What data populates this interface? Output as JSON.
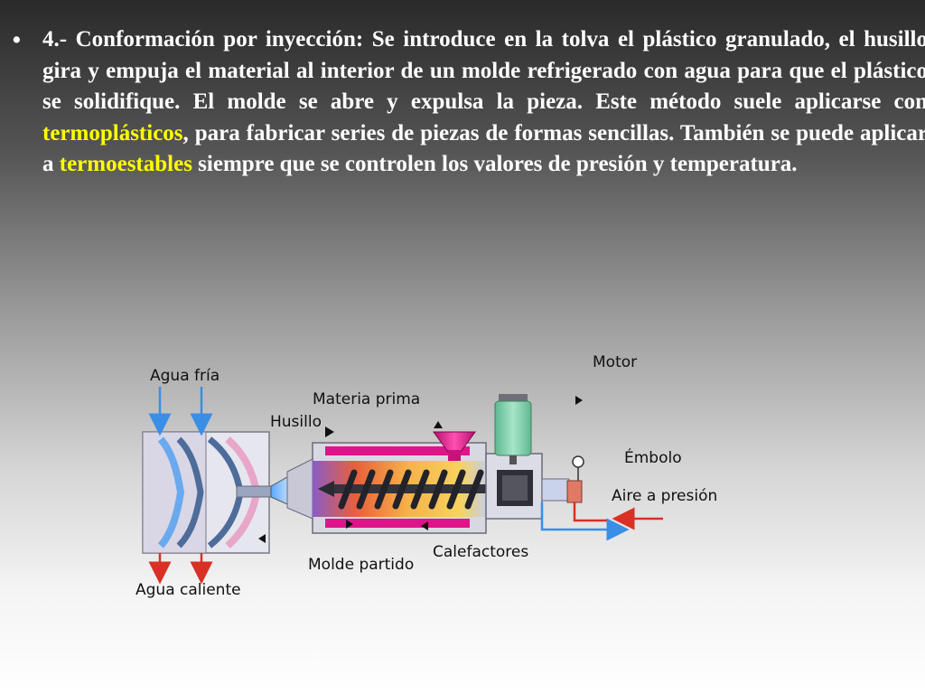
{
  "slide": {
    "bullet": "•",
    "paragraph": {
      "part1": "4.- Conformación por inyección: Se introduce en la tolva el plástico granulado, el husillo gira y empuja el material al interior de un molde refrigerado con agua para que el plástico se solidifique. El molde se abre y expulsa la pieza. Este método suele aplicarse con ",
      "highlight1": "termoplásticos",
      "part2": ", para fabricar series de piezas de formas sencillas. También se puede aplicar a ",
      "highlight2": "termoestables",
      "part3": "  siempre que se controlen los valores de presión y temperatura."
    }
  },
  "diagram": {
    "labels": {
      "agua_fria": "Agua fría",
      "materia_prima": "Materia prima",
      "husillo": "Husillo",
      "motor": "Motor",
      "embolo": "Émbolo",
      "aire_presion": "Aire a presión",
      "calefactores": "Calefactores",
      "molde_partido": "Molde partido",
      "agua_caliente": "Agua caliente"
    },
    "colors": {
      "highlight_text": "#ffff00",
      "cold_water": "#3a8ee6",
      "hot_water": "#d93025",
      "heaters": "#e0148a",
      "motor": "#7ecfa8",
      "hopper": "#e0148a",
      "mold": "#e6e6ee"
    }
  }
}
